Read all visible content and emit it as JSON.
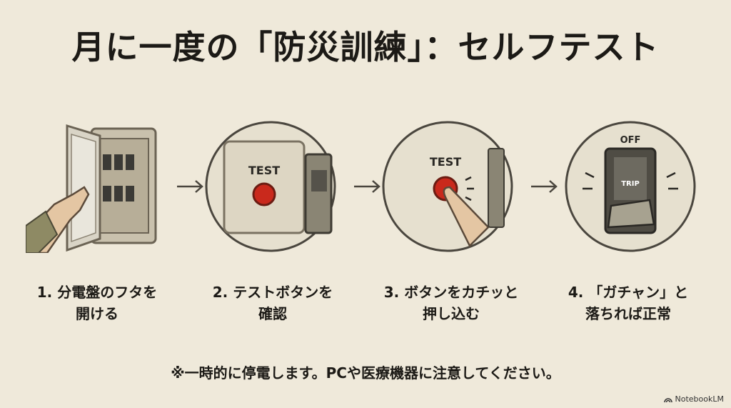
{
  "title": "月に一度の「防災訓練」：セルフテスト",
  "steps": [
    {
      "line1": "1. 分電盤のフタを",
      "line2": "開ける"
    },
    {
      "line1": "2. テストボタンを",
      "line2": "確認",
      "button_text": "TEST"
    },
    {
      "line1": "3. ボタンをカチッと",
      "line2": "押し込む",
      "button_text": "TEST"
    },
    {
      "line1": "4. 「ガチャン」と",
      "line2": "落ちれば正常",
      "off_text": "OFF",
      "trip_text": "TRIP"
    }
  ],
  "note": "※一時的に停電します。PCや医療機器に注意してください。",
  "brand": "NotebookLM"
}
